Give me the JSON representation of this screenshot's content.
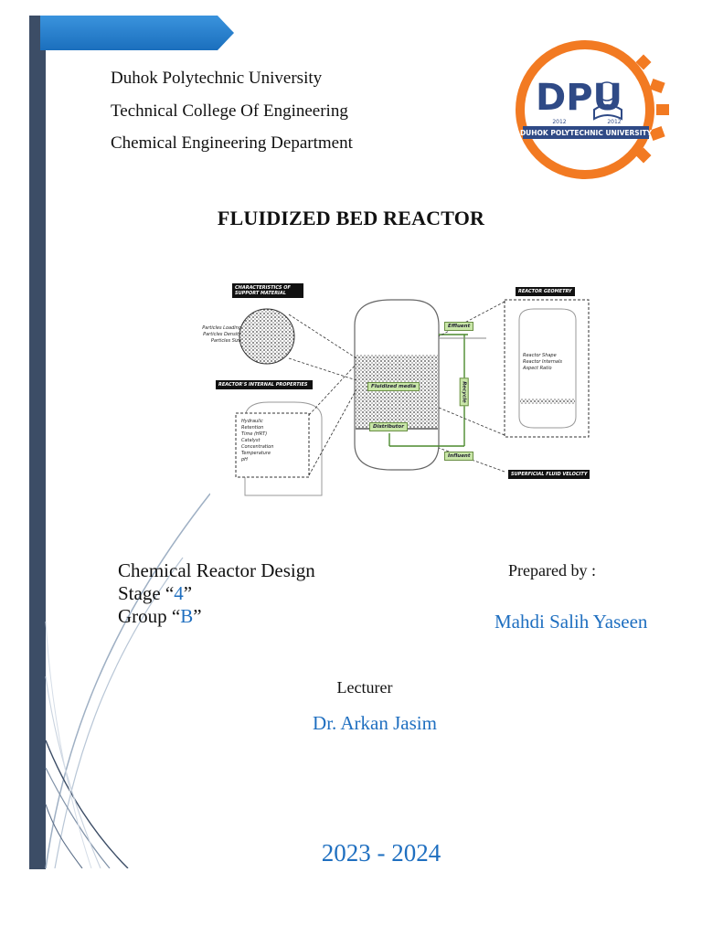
{
  "header": {
    "university": "Duhok  Polytechnic  University",
    "college": "Technical College Of Engineering",
    "department": "Chemical Engineering Department"
  },
  "logo": {
    "letters": "DPU",
    "banner": "DUHOK POLYTECHNIC UNIVERSITY",
    "year_left": "2012",
    "year_right": "2012"
  },
  "title": "FLUIDIZED BED REACTOR",
  "figure": {
    "support_material_heading": "CHARACTERISTICS OF SUPPORT MATERIAL",
    "support_items": [
      "Particles Loading",
      "Particles Density",
      "Particles Size"
    ],
    "internal_heading": "REACTOR'S INTERNAL PROPERTIES",
    "internal_items": [
      "Hydraulic",
      "Retention",
      "Time (HRT)",
      "Catalyst",
      "Concentration",
      "Temperature",
      "pH"
    ],
    "geometry_heading": "REACTOR GEOMETRY",
    "geometry_items": [
      "Reactor Shape",
      "Reactor Internals",
      "Aspect Ratio"
    ],
    "effluent": "Effluent",
    "recycle": "Recycle",
    "fluidized_media": "Fluidized media",
    "distributor": "Distributor",
    "influent": "Influent",
    "velocity": "SUPERFICIAL FLUID VELOCITY"
  },
  "course": {
    "name": "Chemical Reactor Design",
    "stage_prefix": "Stage “",
    "stage_value": "4",
    "stage_suffix": "”",
    "group_prefix": "Group “",
    "group_value": "B",
    "group_suffix": "”"
  },
  "prepared": {
    "label": "Prepared by :",
    "name": "Mahdi Salih Yaseen"
  },
  "lecturer": {
    "label": "Lecturer",
    "name": "Dr. Arkan Jasim"
  },
  "year": "2023 - 2024",
  "colors": {
    "sidebar": "#3c4d66",
    "banner": "#1f7fd0",
    "accent_text": "#1f6fc0",
    "logo_orange": "#f27a22"
  }
}
